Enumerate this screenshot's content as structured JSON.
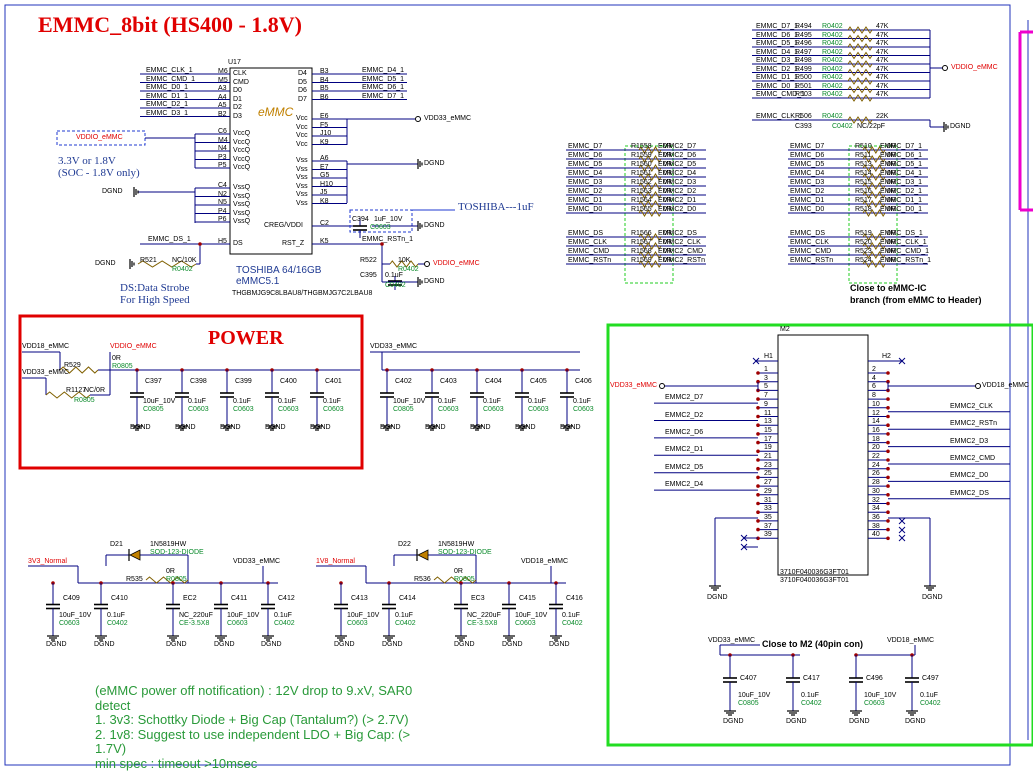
{
  "title": "EMMC_8bit (HS400 - 1.8V)",
  "power_title": "POWER",
  "emmc": {
    "ref": "U17",
    "logo": "eMMC",
    "left_pins": [
      {
        "num": "M6",
        "name": "CLK",
        "net": "EMMC_CLK_1"
      },
      {
        "num": "M5",
        "name": "CMD",
        "net": "EMMC_CMD_1"
      },
      {
        "num": "A3",
        "name": "D0",
        "net": "EMMC_D0_1"
      },
      {
        "num": "A4",
        "name": "D1",
        "net": "EMMC_D1_1"
      },
      {
        "num": "A5",
        "name": "D2",
        "net": "EMMC_D2_1"
      },
      {
        "num": "B2",
        "name": "D3",
        "net": "EMMC_D3_1"
      }
    ],
    "right_pins": [
      {
        "num": "B3",
        "name": "D4",
        "net": "EMMC_D4_1"
      },
      {
        "num": "B4",
        "name": "D5",
        "net": "EMMC_D5_1"
      },
      {
        "num": "B5",
        "name": "D6",
        "net": "EMMC_D6_1"
      },
      {
        "num": "B6",
        "name": "D7",
        "net": "EMMC_D7_1"
      }
    ],
    "vccq_pins": [
      "C6",
      "M4",
      "N4",
      "P3",
      "P5"
    ],
    "vccq_label": "VccQ",
    "vcc_pins": [
      "E6",
      "F5",
      "J10",
      "K9"
    ],
    "vcc_label": "Vcc",
    "vss_pins": [
      "A6",
      "E7",
      "G5",
      "H10",
      "J5",
      "K8"
    ],
    "vss_label": "Vss",
    "vssq_pins": [
      "C4",
      "N2",
      "N5",
      "P4",
      "P6"
    ],
    "vssq_label": "VssQ",
    "creg": {
      "num": "C2",
      "name": "CREG/VDDI"
    },
    "rst": {
      "num": "K5",
      "name": "RST_Z",
      "net": "EMMC_RSTn_1"
    },
    "ds": {
      "num": "H5",
      "name": "DS",
      "net": "EMMC_DS_1"
    },
    "vddio_box": "VDDIO_eMMC",
    "vddio_note1": "3.3V or 1.8V",
    "vddio_note2": "(SOC - 1.8V only)",
    "dgnd": "DGND",
    "vdd33": "VDD33_eMMC",
    "toshiba_note": "TOSHIBA---1uF",
    "c394": {
      "ref": "C394",
      "value": "1uF_10V",
      "pkg": "C0603"
    },
    "r521": {
      "ref": "R521",
      "value": "NC/10K",
      "pkg": "R0402"
    },
    "r522": {
      "ref": "R522",
      "value": "10K",
      "pkg": "R0402"
    },
    "c395": {
      "ref": "C395",
      "value": "0.1uF",
      "pkg": "C0402"
    },
    "part1": "TOSHIBA 64/16GB",
    "part2": "eMMC5.1",
    "part3": "THGBMJG9C8LBAU8/THGBMJG7C2LBAU8",
    "ds_note1": "DS:Data Strobe",
    "ds_note2": "For High Speed"
  },
  "pullups": {
    "nets": [
      "EMMC_D7_1",
      "EMMC_D6_1",
      "EMMC_D5_1",
      "EMMC_D4_1",
      "EMMC_D3_1",
      "EMMC_D2_1",
      "EMMC_D1_1",
      "EMMC_D0_1",
      "EMMC_CMD_1"
    ],
    "refs": [
      "R494",
      "R495",
      "R496",
      "R497",
      "R498",
      "R499",
      "R500",
      "R501",
      "R503"
    ],
    "pkg": "R0402",
    "value": "47K",
    "rail": "VDDIO_eMMC",
    "clk_net": "EMMC_CLK_1",
    "clk_r": {
      "ref": "R506",
      "pkg": "R0402",
      "value": "22K"
    },
    "clk_c": {
      "ref": "C393",
      "pkg": "C0402",
      "value": "NC/22pF"
    },
    "dgnd": "DGND"
  },
  "branch1": {
    "left": [
      "EMMC_D7",
      "EMMC_D6",
      "EMMC_D5",
      "EMMC_D4",
      "EMMC_D3",
      "EMMC_D2",
      "EMMC_D1",
      "EMMC_D0",
      "EMMC_DS",
      "EMMC_CLK",
      "EMMC_CMD",
      "EMMC_RSTn"
    ],
    "refs": [
      "R1558",
      "R1559",
      "R1560",
      "R1561",
      "R1562",
      "R1563",
      "R1564",
      "R1565",
      "R1566",
      "R1567",
      "R1568",
      "R1569"
    ],
    "value": "0R",
    "right": [
      "EMMC2_D7",
      "EMMC2_D6",
      "EMMC2_D5",
      "EMMC2_D4",
      "EMMC2_D3",
      "EMMC2_D2",
      "EMMC2_D1",
      "EMMC2_D0",
      "EMMC2_DS",
      "EMMC2_CLK",
      "EMMC2_CMD",
      "EMMC2_RSTn"
    ]
  },
  "branch2": {
    "left": [
      "EMMC_D7",
      "EMMC_D6",
      "EMMC_D5",
      "EMMC_D4",
      "EMMC_D3",
      "EMMC_D2",
      "EMMC_D1",
      "EMMC_D0",
      "EMMC_DS",
      "EMMC_CLK",
      "EMMC_CMD",
      "EMMC_RSTn"
    ],
    "refs": [
      "R510",
      "R511",
      "R513",
      "R514",
      "R515",
      "R516",
      "R517",
      "R518",
      "R519",
      "R520",
      "R523",
      "R524"
    ],
    "value": "0R",
    "right": [
      "EMMC_D7_1",
      "EMMC_D6_1",
      "EMMC_D5_1",
      "EMMC_D4_1",
      "EMMC_D3_1",
      "EMMC_D2_1",
      "EMMC_D1_1",
      "EMMC_D0_1",
      "EMMC_DS_1",
      "EMMC_CLK_1",
      "EMMC_CMD_1",
      "EMMC_RSTn_1"
    ]
  },
  "branch_note1": "Close to eMMC-IC",
  "branch_note2": "branch (from eMMC to Header)",
  "power": {
    "vdd18": "VDD18_eMMC",
    "vddio": "VDDIO_eMMC",
    "vdd33": "VDD33_eMMC",
    "vdd33_2": "VDD33_eMMC",
    "r529": {
      "ref": "R529",
      "value": "0R",
      "pkg": "R0805"
    },
    "r1127": {
      "ref": "R1127",
      "value": "NC/0R",
      "pkg": "R0805"
    },
    "caps_a": [
      {
        "ref": "C397",
        "value": "10uF_10V",
        "pkg": "C0805"
      },
      {
        "ref": "C398",
        "value": "0.1uF",
        "pkg": "C0603"
      },
      {
        "ref": "C399",
        "value": "0.1uF",
        "pkg": "C0603"
      },
      {
        "ref": "C400",
        "value": "0.1uF",
        "pkg": "C0603"
      },
      {
        "ref": "C401",
        "value": "0.1uF",
        "pkg": "C0603"
      }
    ],
    "caps_b": [
      {
        "ref": "C402",
        "value": "10uF_10V",
        "pkg": "C0805"
      },
      {
        "ref": "C403",
        "value": "0.1uF",
        "pkg": "C0603"
      },
      {
        "ref": "C404",
        "value": "0.1uF",
        "pkg": "C0603"
      },
      {
        "ref": "C405",
        "value": "0.1uF",
        "pkg": "C0603"
      },
      {
        "ref": "C406",
        "value": "0.1uF",
        "pkg": "C0603"
      }
    ],
    "dgnd": "DGND"
  },
  "connector": {
    "ref": "M2",
    "h1": "H1",
    "h2": "H2",
    "left_nums": [
      "1",
      "3",
      "5",
      "7",
      "9",
      "11",
      "13",
      "15",
      "17",
      "19",
      "21",
      "23",
      "25",
      "27",
      "29",
      "31",
      "33",
      "35",
      "37",
      "39"
    ],
    "right_nums": [
      "2",
      "4",
      "6",
      "8",
      "10",
      "12",
      "14",
      "16",
      "18",
      "20",
      "22",
      "24",
      "26",
      "28",
      "30",
      "32",
      "34",
      "36",
      "38",
      "40"
    ],
    "left_nets": [
      "EMMC2_D7",
      "EMMC2_D2",
      "EMMC2_D6",
      "EMMC2_D1",
      "EMMC2_D5",
      "EMMC2_D4"
    ],
    "right_nets": [
      "EMMC2_CLK",
      "EMMC2_RSTn",
      "EMMC2_D3",
      "EMMC2_CMD",
      "EMMC2_D0",
      "EMMC2_DS"
    ],
    "vdd33": "VDD33_eMMC",
    "vdd18": "VDD18_eMMC",
    "pn1": "3710F040036G3FT01",
    "pn2": "3710F040036G3FT01",
    "dgnd": "DGND",
    "m2_note": "Close to M2 (40pin con)",
    "m2_vdd33": "VDD33_eMMC",
    "m2_vdd18": "VDD18_eMMC",
    "m2_caps": [
      {
        "ref": "C407",
        "value": "10uF_10V",
        "pkg": "C0805"
      },
      {
        "ref": "C417",
        "value": "0.1uF",
        "pkg": "C0402"
      },
      {
        "ref": "C496",
        "value": "10uF_10V",
        "pkg": "C0603"
      },
      {
        "ref": "C497",
        "value": "0.1uF",
        "pkg": "C0402"
      }
    ]
  },
  "diode1": {
    "rail_in": "3V3_Normal",
    "rail_out": "VDD33_eMMC",
    "ref": "D21",
    "pn": "1N5819HW",
    "pkg": "SOD-123-DIODE",
    "r": {
      "ref": "R535",
      "value": "0R",
      "pkg": "R0805"
    },
    "caps": [
      {
        "ref": "C409",
        "value": "10uF_10V",
        "pkg": "C0603"
      },
      {
        "ref": "C410",
        "value": "0.1uF",
        "pkg": "C0402"
      },
      {
        "ref": "EC2",
        "value": "NC_220uF",
        "pkg": "CE-3.5X8"
      },
      {
        "ref": "C411",
        "value": "10uF_10V",
        "pkg": "C0603"
      },
      {
        "ref": "C412",
        "value": "0.1uF",
        "pkg": "C0402"
      }
    ]
  },
  "diode2": {
    "rail_in": "1V8_Normal",
    "rail_out": "VDD18_eMMC",
    "ref": "D22",
    "pn": "1N5819HW",
    "pkg": "SOD-123-DIODE",
    "r": {
      "ref": "R536",
      "value": "0R",
      "pkg": "R0805"
    },
    "caps": [
      {
        "ref": "C413",
        "value": "10uF_10V",
        "pkg": "C0603"
      },
      {
        "ref": "C414",
        "value": "0.1uF",
        "pkg": "C0402"
      },
      {
        "ref": "EC3",
        "value": "NC_220uF",
        "pkg": "CE-3.5X8"
      },
      {
        "ref": "C415",
        "value": "10uF_10V",
        "pkg": "C0603"
      },
      {
        "ref": "C416",
        "value": "0.1uF",
        "pkg": "C0402"
      }
    ]
  },
  "notes": [
    "(eMMC power off notification) : 12V drop to 9.xV, SAR0",
    "detect",
    "1. 3v3: Schottky Diode + Big Cap (Tantalum?) (> 2.7V)",
    "2. 1v8: Suggest to use independent LDO + Big Cap: (>",
    "1.7V)",
    "min spec : timeout >10msec"
  ],
  "colors": {
    "wire": "#000080",
    "red": "#e00000",
    "green_box": "#22dd22",
    "red_box": "#e00000",
    "magenta": "#ee00cc",
    "part_green": "#0a8a2a",
    "dash_blue": "#1f3ad0",
    "frame": "#2233bb"
  }
}
